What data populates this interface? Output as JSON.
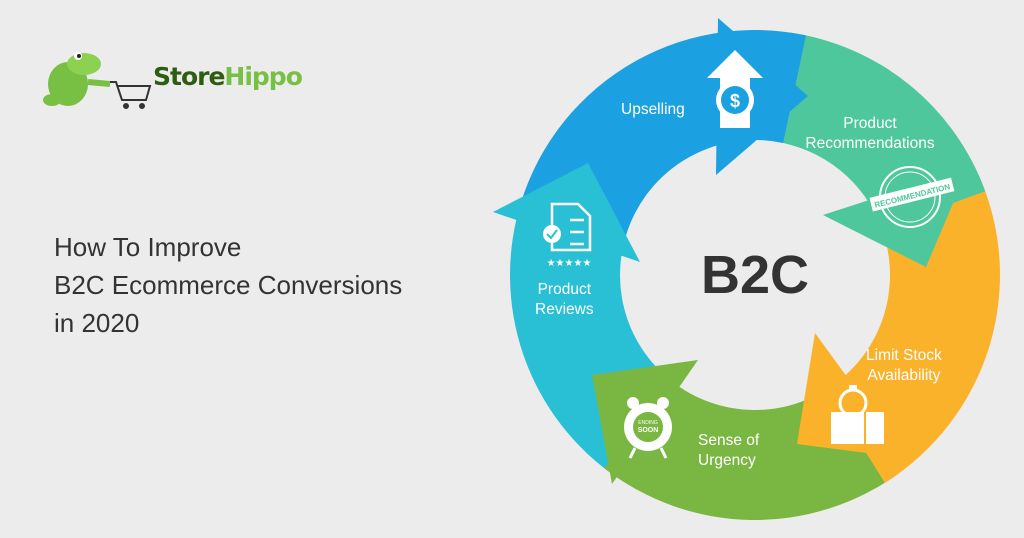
{
  "logo": {
    "brand_part1": "Store",
    "brand_part2": "Hippo"
  },
  "title": {
    "lines": [
      "How To Improve",
      "B2C Ecommerce Conversions",
      "in 2020"
    ]
  },
  "diagram": {
    "center_label": "B2C",
    "segments": [
      {
        "label_lines": [
          "Upselling"
        ],
        "color": "#1ba0e2",
        "icon": "dollar-up-arrow-icon"
      },
      {
        "label_lines": [
          "Product",
          "Recommendations"
        ],
        "color": "#4ec79c",
        "icon": "recommendation-stamp-icon",
        "icon_text": "RECOMMENDATION"
      },
      {
        "label_lines": [
          "Limit Stock",
          "Availability"
        ],
        "color": "#fbb22b",
        "icon": "stock-box-timer-icon"
      },
      {
        "label_lines": [
          "Sense of",
          "Urgency"
        ],
        "color": "#7ab642",
        "icon": "alarm-clock-icon",
        "icon_text": "ENDING SOON"
      },
      {
        "label_lines": [
          "Product",
          "Reviews"
        ],
        "color": "#29c0d6",
        "icon": "review-document-icon"
      }
    ]
  }
}
